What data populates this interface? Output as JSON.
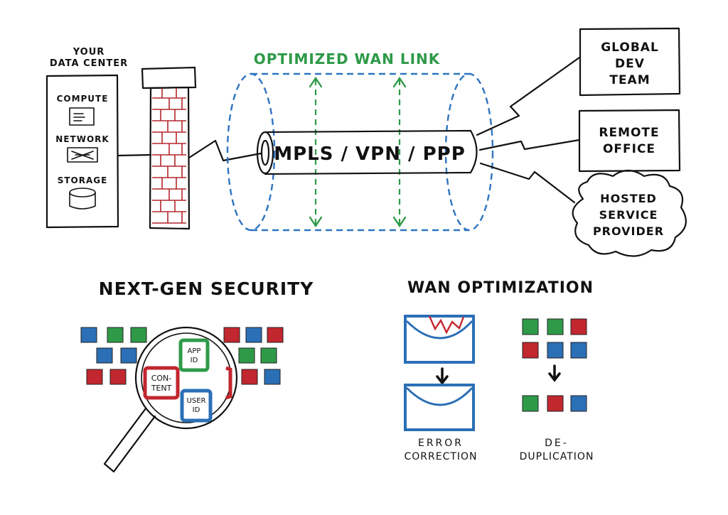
{
  "data_center": {
    "title_line1": "YOUR",
    "title_line2": "DATA CENTER",
    "compute": "COMPUTE",
    "network": "NETWORK",
    "storage": "STORAGE"
  },
  "wan_link": {
    "label": "OPTIMIZED WAN LINK",
    "pipe_label": "MPLS / VPN / PPP"
  },
  "destinations": {
    "global_team": [
      "GLOBAL",
      "DEV",
      "TEAM"
    ],
    "remote_office": [
      "REMOTE",
      "OFFICE"
    ],
    "hosted_provider": [
      "HOSTED",
      "SERVICE",
      "PROVIDER"
    ]
  },
  "security": {
    "title": "NEXT-GEN SECURITY",
    "app_id": [
      "APP",
      "ID"
    ],
    "content": [
      "CON-",
      "TENT"
    ],
    "user_id": [
      "USER",
      "ID"
    ]
  },
  "optimization": {
    "title": "WAN OPTIMIZATION",
    "error_correction": [
      "ERROR",
      "CORRECTION"
    ],
    "deduplication": [
      "DE-",
      "DUPLICATION"
    ]
  },
  "colors": {
    "blue": "#2b6fb6",
    "green": "#2e9a48",
    "red": "#c2262e",
    "brick": "#b3262b",
    "dash_blue": "#2f74c0",
    "dash_green": "#2e9a48"
  },
  "icons": [
    "server-icon",
    "network-switch-icon",
    "storage-disk-icon",
    "firewall-icon",
    "pipe-icon",
    "magnifier-icon",
    "envelope-icon",
    "cloud-icon",
    "lightning-link-icon",
    "arrow-down-icon"
  ]
}
